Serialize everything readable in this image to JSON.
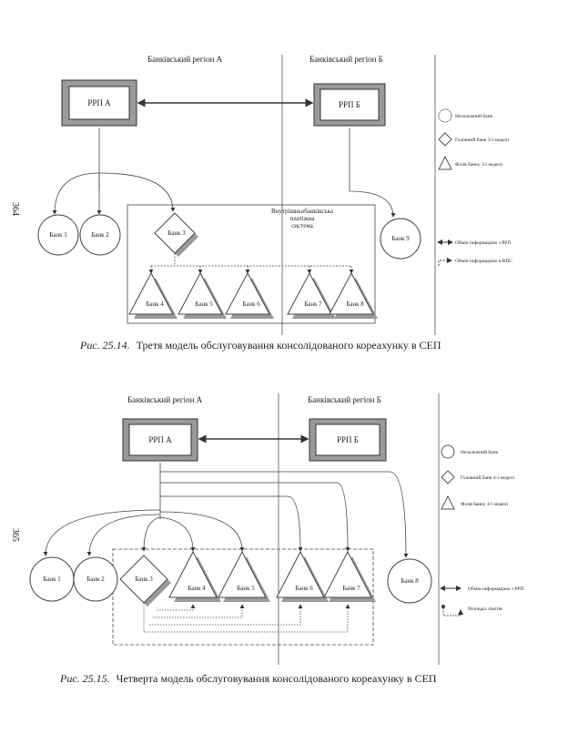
{
  "page_numbers": {
    "top": "364",
    "bottom": "365"
  },
  "figure1": {
    "region_a": "Банківський регіон А",
    "region_b": "Банківський регіон Б",
    "rrp_a": "РРП А",
    "rrp_b": "РРП Б",
    "internal_system": [
      "Внутрішньобанківська",
      "платіжна",
      "система"
    ],
    "banks": {
      "b1": "Банк 1",
      "b2": "Банк 2",
      "b3": "Банк 3",
      "b4": "Банк 4",
      "b5": "Банк 5",
      "b6": "Банк 6",
      "b7": "Банк 7",
      "b8": "Банк 8",
      "b9": "Банк 9"
    },
    "legend": {
      "independent": "Незалежний банк",
      "head": "Головний банк 3-ї моделі",
      "branch": "Філія банку 3-ї моделі",
      "exchange_rrp": "Обмін інформацією з РРП",
      "exchange_vps": "Обмін інформацією в ВПС"
    },
    "caption_num": "Рис. 25.14.",
    "caption_text": "Третя модель обслуговування консолідованого кореахунку в СЕП"
  },
  "figure2": {
    "region_a": "Банківський регіон А",
    "region_b": "Банківський регіон Б",
    "rrp_a": "РРП А",
    "rrp_b": "РРП Б",
    "banks": {
      "b1": "Банк 1",
      "b2": "Банк 2",
      "b3": "Банк 3",
      "b4": "Банк 4",
      "b5": "Банк 5",
      "b6": "Банк 6",
      "b7": "Банк 7",
      "b8": "Банк 8"
    },
    "legend": {
      "independent": "Незалежний банк",
      "head": "Головний банк 4-ї моделі",
      "branch": "Філія банку 4-ї моделі",
      "exchange_rrp": "Обмін інформацією з РРП",
      "distribution": "Розподіл лімітів"
    },
    "caption_num": "Рис. 25.15.",
    "caption_text": "Четверта модель обслуговування консолідованого кореахунку в СЕП"
  }
}
